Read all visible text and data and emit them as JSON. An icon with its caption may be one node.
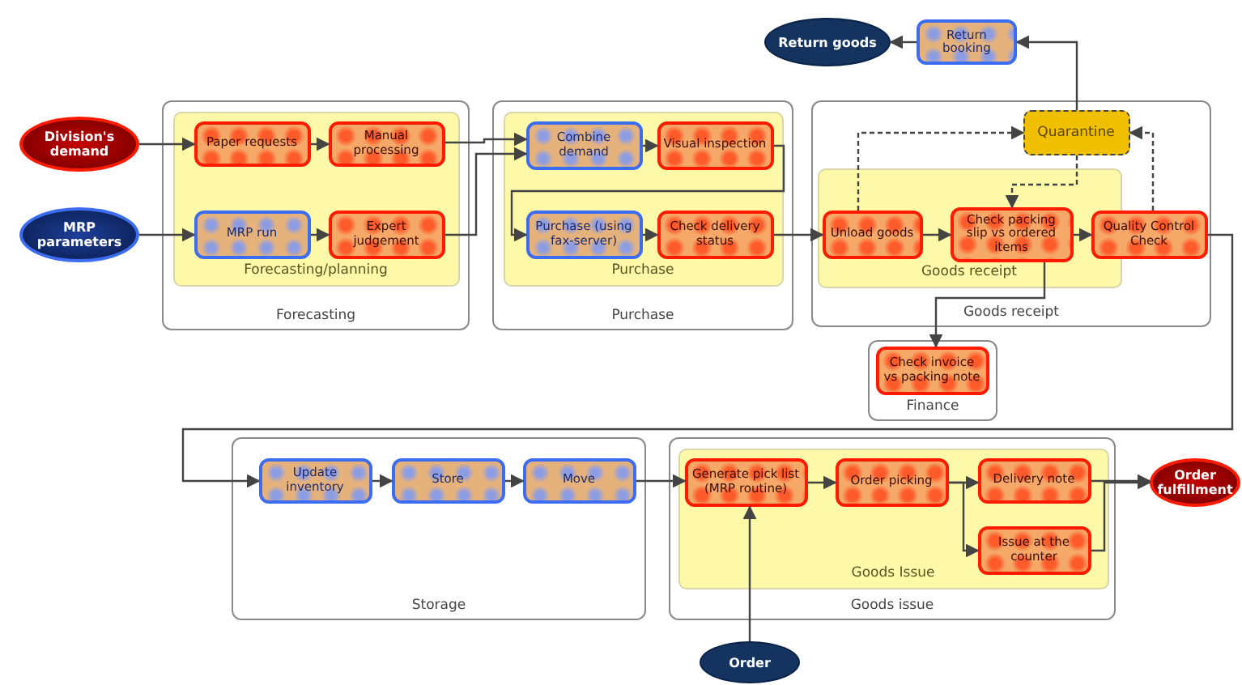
{
  "diagram": {
    "nodes": [
      {
        "text": [
          "Division's demand"
        ]
      },
      {
        "text": [
          "MRP parameters"
        ]
      },
      {
        "text": [
          "Forecasting"
        ]
      },
      {
        "text": [
          "Forecasting/planning"
        ],
        "in": 2
      },
      {
        "text": [
          "Paper requests"
        ],
        "in": 3
      },
      {
        "text": [
          "Manual processing"
        ],
        "in": 3
      },
      {
        "text": [
          "MRP run"
        ],
        "in": 3
      },
      {
        "text": [
          "Expert judgement"
        ],
        "in": 3
      },
      {
        "text": [
          "Purchase"
        ]
      },
      {
        "text": [
          "Purchase"
        ],
        "in": 8
      },
      {
        "text": [
          "Combine demand"
        ],
        "in": 9
      },
      {
        "text": [
          "Visual inspection"
        ],
        "in": 9
      },
      {
        "text": [
          "Purchase (using fax-server)"
        ],
        "in": 9
      },
      {
        "text": [
          "Check delivery status"
        ],
        "in": 9
      },
      {
        "text": [
          "Return goods"
        ]
      },
      {
        "text": [
          "Return booking"
        ]
      },
      {
        "text": [
          "Goods receipt"
        ]
      },
      {
        "text": [
          "Quarantine"
        ],
        "in": 16
      },
      {
        "text": [
          "Goods receipt"
        ],
        "in": 16
      },
      {
        "text": [
          "Unload goods"
        ],
        "in": 18
      },
      {
        "text": [
          "Check packing slip vs ordered items"
        ],
        "in": 18
      },
      {
        "text": [
          "Quality Control Check"
        ],
        "in": 16
      },
      {
        "text": [
          "Finance"
        ]
      },
      {
        "text": [
          "Check invoice vs packing note"
        ],
        "in": 22
      },
      {
        "text": [
          "Storage"
        ]
      },
      {
        "text": [
          "Update inventory"
        ],
        "in": 24
      },
      {
        "text": [
          "Store"
        ],
        "in": 24
      },
      {
        "text": [
          "Move"
        ],
        "in": 24
      },
      {
        "text": [
          "Goods issue"
        ]
      },
      {
        "text": [
          "Goods Issue"
        ],
        "in": 28
      },
      {
        "text": [
          "Generate pick list (MRP routine)"
        ],
        "in": 29
      },
      {
        "text": [
          "Order picking"
        ],
        "in": 29
      },
      {
        "text": [
          "Delivery note"
        ],
        "in": 29
      },
      {
        "text": [
          "Issue at the counter"
        ],
        "in": 29
      },
      {
        "text": [
          "Order fulfillment"
        ]
      },
      {
        "text": [
          "Order"
        ]
      }
    ],
    "edges": [
      {
        "from": 0,
        "to": 4,
        "arrow": "to"
      },
      {
        "from": 4,
        "to": 5,
        "arrow": "to"
      },
      {
        "from": 1,
        "to": 6,
        "arrow": "to"
      },
      {
        "from": 6,
        "to": 7,
        "arrow": "to"
      },
      {
        "from": 5,
        "to": 10,
        "arrow": "to"
      },
      {
        "from": 7,
        "to": 10,
        "arrow": "to"
      },
      {
        "from": 10,
        "to": 11,
        "arrow": "to"
      },
      {
        "from": 11,
        "to": 12,
        "arrow": "to"
      },
      {
        "from": 12,
        "to": 13,
        "arrow": "to"
      },
      {
        "from": 13,
        "to": 19,
        "arrow": "to"
      },
      {
        "from": 19,
        "to": 20,
        "arrow": "to"
      },
      {
        "from": 20,
        "to": 21,
        "arrow": "to"
      },
      {
        "from": 19,
        "to": 17,
        "arrow": "to",
        "style": "dashed"
      },
      {
        "from": 17,
        "to": 20,
        "arrow": "to",
        "style": "dashed"
      },
      {
        "from": 21,
        "to": 17,
        "arrow": "to",
        "style": "dashed"
      },
      {
        "from": 17,
        "to": 15,
        "arrow": "to"
      },
      {
        "from": 15,
        "to": 14,
        "arrow": "to"
      },
      {
        "from": 20,
        "to": 23,
        "arrow": "to"
      },
      {
        "from": 21,
        "to": 25,
        "arrow": "to"
      },
      {
        "from": 25,
        "to": 26,
        "arrow": "to"
      },
      {
        "from": 26,
        "to": 27,
        "arrow": "to"
      },
      {
        "from": 27,
        "to": 30,
        "arrow": "to"
      },
      {
        "from": 35,
        "to": 30,
        "arrow": "to"
      },
      {
        "from": 30,
        "to": 31,
        "arrow": "to"
      },
      {
        "from": 31,
        "to": 32,
        "arrow": "to"
      },
      {
        "from": 31,
        "to": 33,
        "arrow": "to"
      },
      {
        "from": 32,
        "to": 34,
        "arrow": "to"
      },
      {
        "from": 33,
        "to": 34,
        "arrow": "to"
      }
    ]
  }
}
